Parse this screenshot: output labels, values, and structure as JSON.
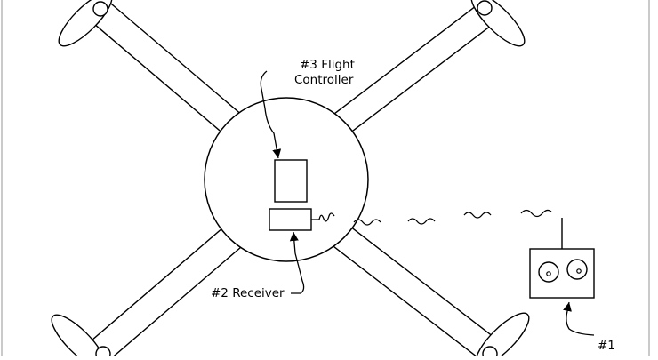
{
  "labels": {
    "flight_controller": [
      "#3 Flight",
      "Controller"
    ],
    "receiver": "#2 Receiver",
    "transmitter": [
      "#1",
      ""
    ]
  },
  "colors": {
    "ink": "#000000",
    "background": "#ffffff",
    "frame": "#b9b9b9"
  }
}
